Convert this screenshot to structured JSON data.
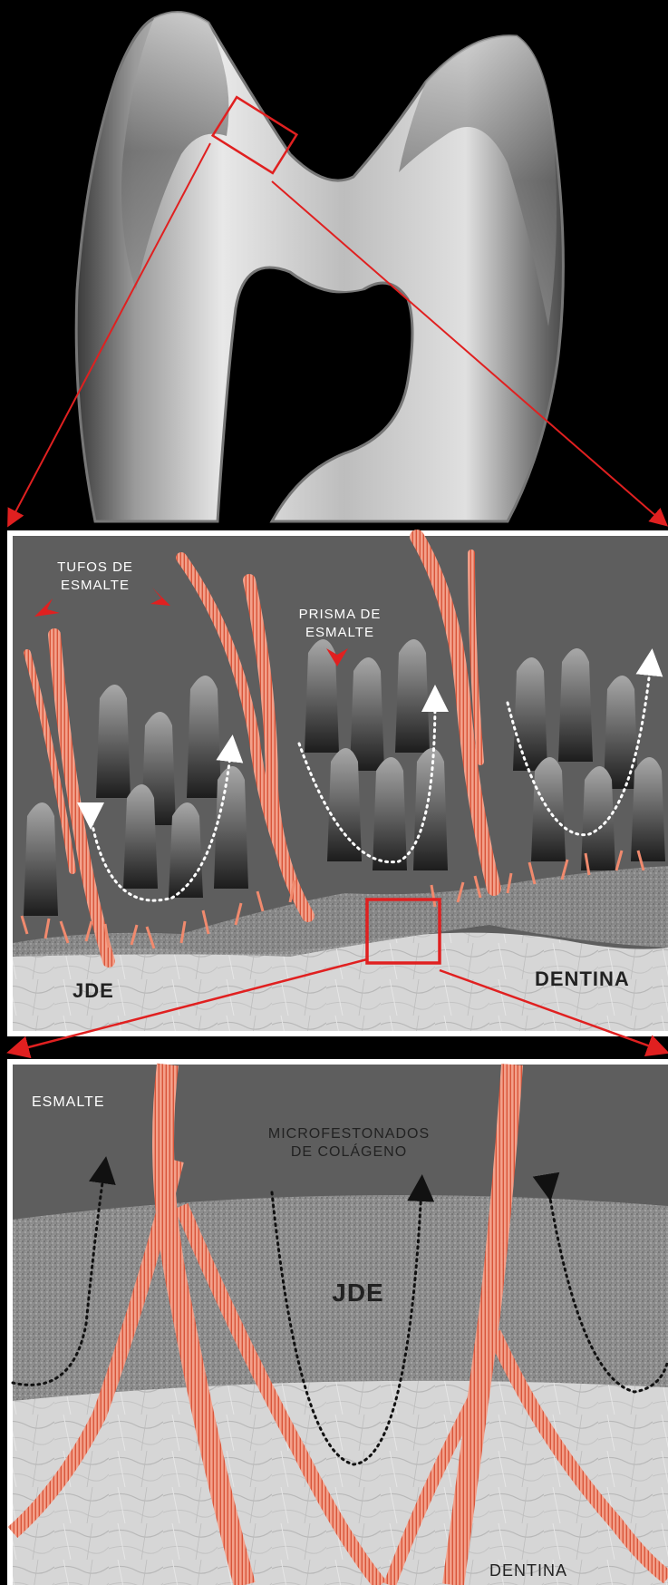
{
  "labels": {
    "tufos_line1": "TUFOS DE",
    "tufos_line2": "ESMALTE",
    "prisma_line1": "PRISMA DE",
    "prisma_line2": "ESMALTE",
    "jde_mid": "JDE",
    "dentina_mid": "DENTINA",
    "esmalte_bottom": "ESMALTE",
    "micro_line1": "MICROFESTONADOS",
    "micro_line2": "DE COLÁGENO",
    "jde_bottom": "JDE",
    "dentina_bottom": "DENTINA"
  },
  "colors": {
    "accent_red": "#e02020",
    "fiber": "#f08a6e",
    "background": "#000000",
    "enamel_gray": "#5a5a5a",
    "dentin_light": "#d8d8d8"
  }
}
